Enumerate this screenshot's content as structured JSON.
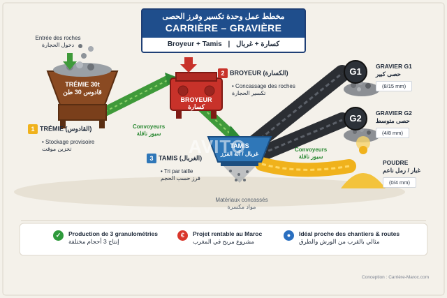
{
  "title": {
    "ar": "مخطط عمل وحدة تكسير وفرز الحصى",
    "fr": "CARRIÈRE – GRAVIÈRE",
    "sub_fr": "Broyeur + Tamis",
    "sub_sep": "|",
    "sub_ar": "كسارة + غربال"
  },
  "entry": {
    "fr": "Entrée des roches",
    "ar": "دخول الحجارة"
  },
  "tremie_body": {
    "fr": "TRÉMIE 30t",
    "ar": "قادوس 30 طن"
  },
  "broyeur_body": {
    "fr": "BROYEUR",
    "ar": "كسارة"
  },
  "tamis_body": {
    "fr": "TAMIS",
    "ar": "غربال / آلة الفرز"
  },
  "steps": [
    {
      "num": "1",
      "name": "TRÉMIE (القادوس)",
      "desc_fr": "• Stockage provisoire",
      "desc_ar": "تخزين موقت"
    },
    {
      "num": "2",
      "name": "BROYEUR (الكسارة)",
      "desc_fr": "• Concassage des roches",
      "desc_ar": "تكسير الحجارة"
    },
    {
      "num": "3",
      "name": "TAMIS (الغربال)",
      "desc_fr": "• Tri par taille",
      "desc_ar": "فرز حسب الحجم"
    }
  ],
  "convoyeurs": [
    {
      "fr": "Convoyeurs",
      "ar": "سيور ناقلة"
    },
    {
      "fr": "Convoyeurs",
      "ar": "سيور ناقلة"
    }
  ],
  "materiaux": {
    "fr": "Matériaux concassés",
    "ar": "مواد مكسرة"
  },
  "outputs": [
    {
      "badge": "G1",
      "fr": "GRAVIER G1",
      "ar": "حصى كبير",
      "size": "(8/15 mm)",
      "color": "#3a3f46"
    },
    {
      "badge": "G2",
      "fr": "GRAVIER G2",
      "ar": "حصى متوسط",
      "size": "(4/8 mm)",
      "color": "#3a3f46"
    },
    {
      "badge": "",
      "fr": "POUDRE",
      "ar": "غبار / رمل ناعم",
      "size": "(0/4 mm)",
      "color": "#f0b21c"
    }
  ],
  "features": [
    {
      "icon": "check-icon",
      "color": "#2f9a3c",
      "glyph": "✓",
      "fr": "Production de 3 granulométries",
      "ar": "إنتاج 3 أحجام مختلفة"
    },
    {
      "icon": "euro-icon",
      "color": "#d9362b",
      "glyph": "€",
      "fr": "Projet rentable au Maroc",
      "ar": "مشروع مربح في المغرب"
    },
    {
      "icon": "location-pin-icon",
      "color": "#2a6fc0",
      "glyph": "●",
      "fr": "Idéal proche des chantiers & routes",
      "ar": "مثالي بالقرب من الورش والطرق"
    }
  ],
  "watermark": "AVITO",
  "footer": "Conception : Carrière-Maroc.com",
  "colors": {
    "navy": "#1f4e8c",
    "tremie": "#8a4a22",
    "broyeur": "#c8322a",
    "tamis": "#2f77b8",
    "conveyor": "#3f9a3a",
    "poudre": "#f0b21c"
  }
}
